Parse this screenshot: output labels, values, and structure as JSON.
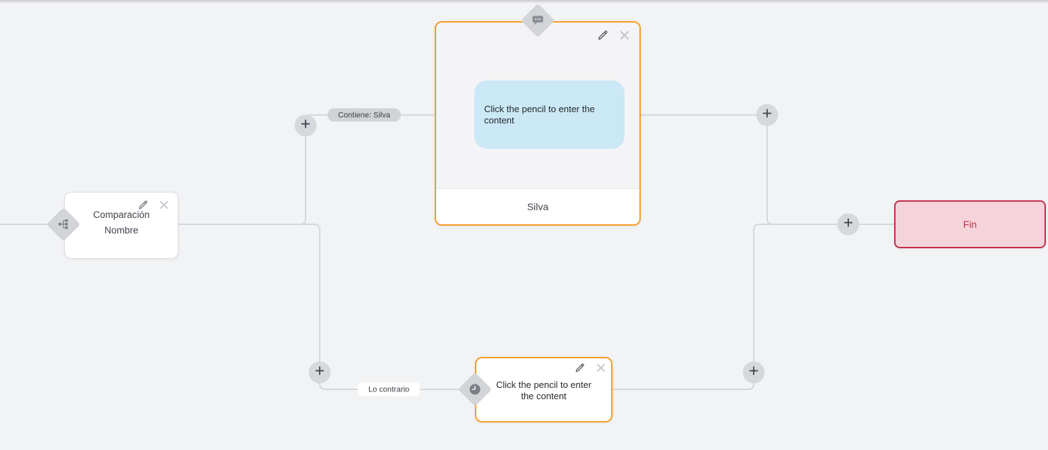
{
  "canvas": {
    "background": "#f2f3f5",
    "edge_color": "#d6d7db"
  },
  "palette": {
    "node_accent_orange": "#f79d27",
    "end_border_red": "#c22f4c",
    "end_background_pink": "#f5d3da",
    "bubble_blue": "#cbe8f6",
    "diamond_gray": "#d2d4d8",
    "plus_button_gray": "#d7d8dc"
  },
  "icons": {
    "plus": "+",
    "pencil": "pencil-icon",
    "close": "close-icon",
    "chat": "chat-bubble-icon",
    "clock": "clock-icon",
    "branch": "split-branch-icon"
  },
  "comparison_node": {
    "title": "Comparación",
    "subtitle": "Nombre"
  },
  "message_node": {
    "body_placeholder": "Click the pencil to enter the content",
    "quick_reply": "Silva"
  },
  "wait_node": {
    "body_placeholder": "Click the pencil to enter the content"
  },
  "end_node": {
    "label": "Fin"
  },
  "edge_labels": {
    "condition_true": "Contiene: Silva",
    "condition_false": "Lo contrario"
  }
}
